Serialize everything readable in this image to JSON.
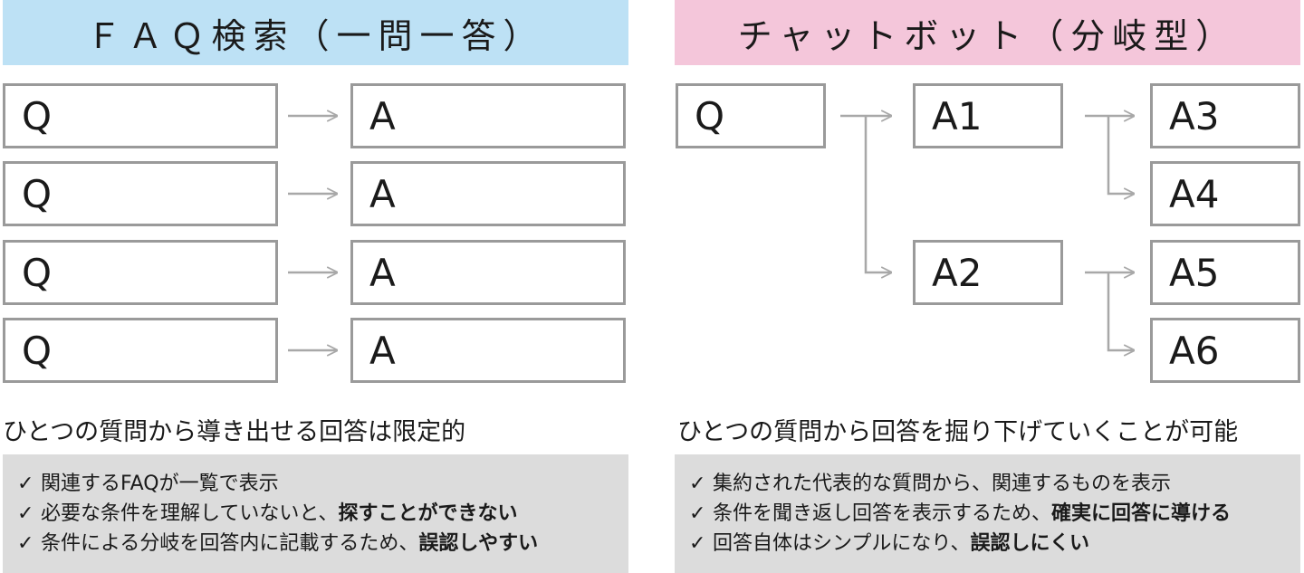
{
  "colors": {
    "left_header_bg": "#bde1f5",
    "right_header_bg": "#f4c6da",
    "box_border": "#9a9a9a",
    "arrow": "#a8a8a8",
    "panel_bg": "#dcdcdc"
  },
  "faq": {
    "title": "ＦＡＱ検索（一問一答）",
    "rows": [
      {
        "q": "Q",
        "a": "A"
      },
      {
        "q": "Q",
        "a": "A"
      },
      {
        "q": "Q",
        "a": "A"
      },
      {
        "q": "Q",
        "a": "A"
      }
    ],
    "caption": "ひとつの質問から導き出せる回答は限定的",
    "points": [
      {
        "check": "✓",
        "text": "関連するFAQが一覧で表示",
        "bold": ""
      },
      {
        "check": "✓",
        "text": "必要な条件を理解していないと、",
        "bold": "探すことができない"
      },
      {
        "check": "✓",
        "text": "条件による分岐を回答内に記載するため、",
        "bold": "誤認しやすい"
      }
    ]
  },
  "chatbot": {
    "title": "チャットボット（分岐型）",
    "q": "Q",
    "a1": "A1",
    "a2": "A2",
    "a3": "A3",
    "a4": "A4",
    "a5": "A5",
    "a6": "A6",
    "caption": "ひとつの質問から回答を掘り下げていくことが可能",
    "points": [
      {
        "check": "✓",
        "text": "集約された代表的な質問から、関連するものを表示",
        "bold": ""
      },
      {
        "check": "✓",
        "text": "条件を聞き返し回答を表示するため、",
        "bold": "確実に回答に導ける"
      },
      {
        "check": "✓",
        "text": "回答自体はシンプルになり、",
        "bold": "誤認しにくい"
      }
    ]
  }
}
